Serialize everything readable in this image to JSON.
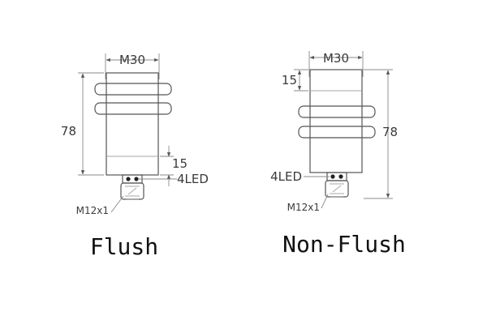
{
  "flush": {
    "title": "Flush",
    "width_label": "M30",
    "length_label": "78",
    "front_label": "15",
    "led_label": "4LED",
    "connector_label": "M12x1"
  },
  "nonflush": {
    "title": "Non-Flush",
    "width_label": "M30",
    "length_label": "78",
    "front_label": "15",
    "led_label": "4LED",
    "connector_label": "M12x1"
  },
  "colors": {
    "outline": "#555555",
    "dimension_line": "#8a8a8a",
    "text": "#3a3a3a",
    "title": "#111111"
  }
}
